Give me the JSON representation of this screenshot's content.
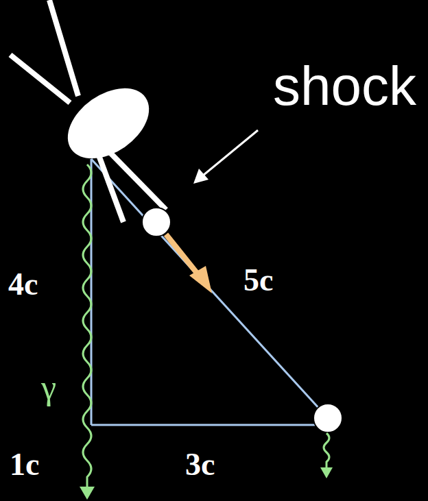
{
  "diagram": {
    "labels": [
      "shock",
      "4c",
      "5c",
      "γ",
      "1c",
      "3c"
    ]
  }
}
